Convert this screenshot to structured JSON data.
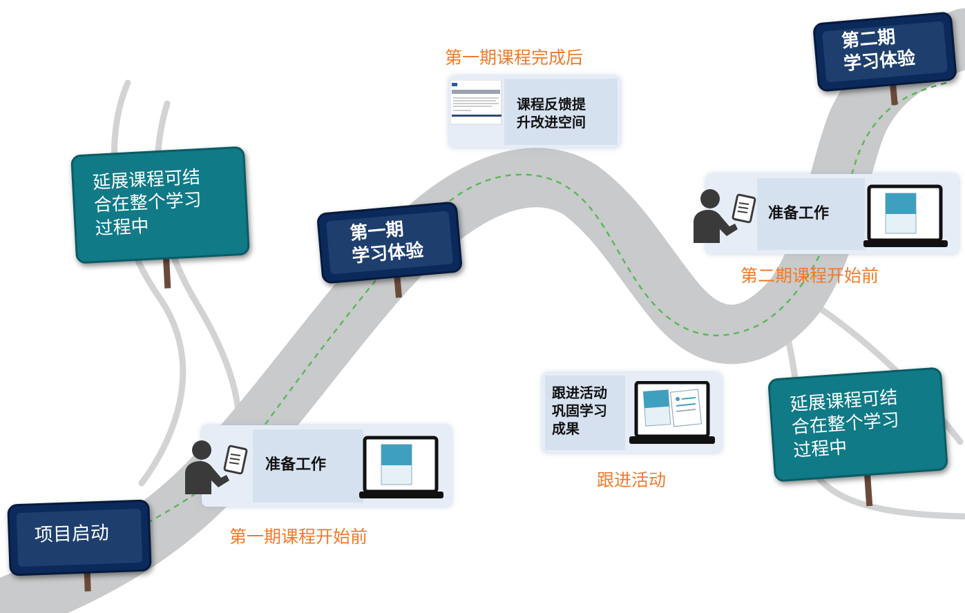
{
  "signs": {
    "project_start": "项目启动",
    "phase1_experience": [
      "第一期",
      "学习体验"
    ],
    "phase2_experience": [
      "第二期",
      "学习体验"
    ],
    "extended_left": [
      "延展课程可结",
      "合在整个学习",
      "过程中"
    ],
    "extended_right": [
      "延展课程可结",
      "合在整个学习",
      "过程中"
    ]
  },
  "panels": {
    "prep1": "准备工作",
    "prep2": "准备工作",
    "feedback": [
      "课程反馈提",
      "升改进空间"
    ],
    "followup": [
      "跟进活动",
      "巩固学习",
      "成果"
    ]
  },
  "captions": {
    "before_phase1": "第一期课程开始前",
    "after_phase1": "第一期课程完成后",
    "before_phase2": "第二期课程开始前",
    "followup": "跟进活动"
  },
  "colors": {
    "road": "#c9cacb",
    "path_dash": "#5bb85b",
    "sign_navy": "#0b2a5b",
    "sign_teal": "#107a86",
    "caption_orange": "#f07a2a"
  }
}
